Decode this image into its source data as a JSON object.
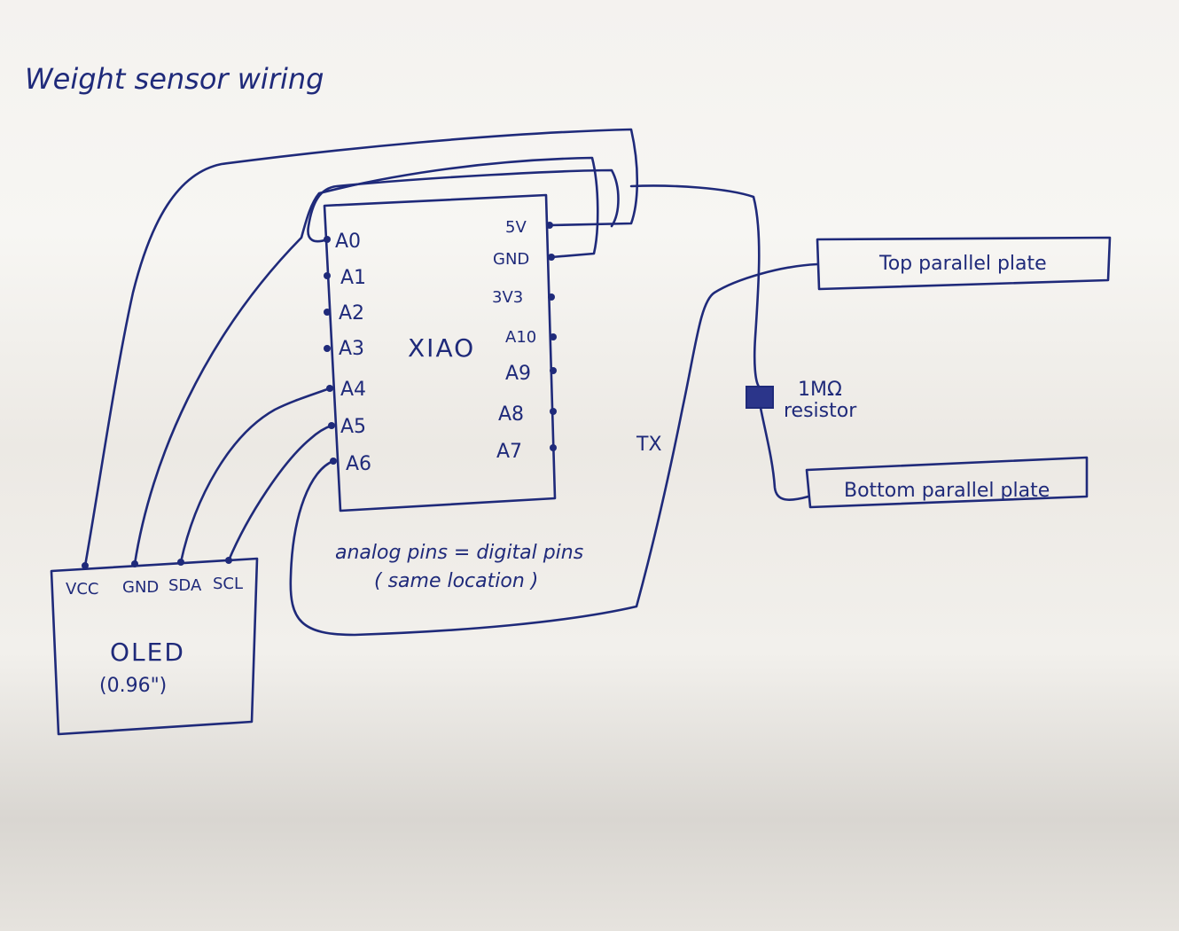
{
  "title": "Weight sensor wiring",
  "mcu": {
    "name": "XIAO",
    "left_pins": [
      "A0",
      "A1",
      "A2",
      "A3",
      "A4",
      "A5",
      "A6"
    ],
    "right_pins": [
      "5V",
      "GND",
      "3V3",
      "A10",
      "A9",
      "A8",
      "A7"
    ]
  },
  "oled": {
    "pins": [
      "VCC",
      "GND",
      "SDA",
      "SCL"
    ],
    "name": "OLED",
    "size": "(0.96\")"
  },
  "note": {
    "line1": "analog pins = digital pins",
    "line2": "( same location )"
  },
  "tx_label": "TX",
  "resistor": {
    "value": "1MΩ",
    "label": "resistor"
  },
  "plates": {
    "top": "Top parallel plate",
    "bottom": "Bottom parallel plate"
  },
  "colors": {
    "ink": "#1f2a7a"
  }
}
